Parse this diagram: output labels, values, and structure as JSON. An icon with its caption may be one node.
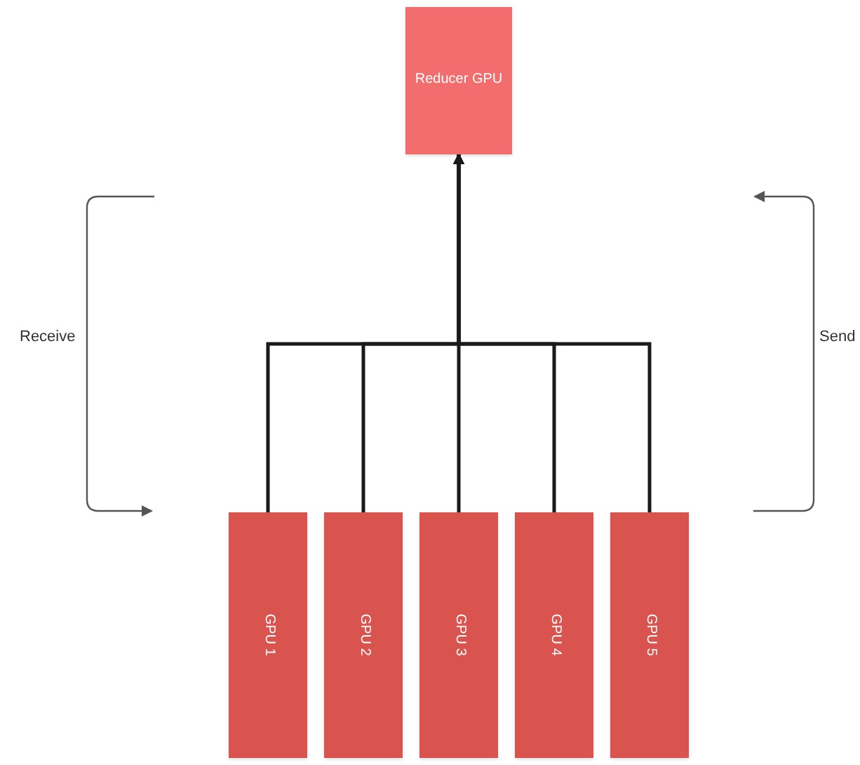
{
  "diagram": {
    "nodes": [
      {
        "text": [
          "Reducer GPU"
        ]
      },
      {
        "text": [
          "GPU 1"
        ]
      },
      {
        "text": [
          "GPU 2"
        ]
      },
      {
        "text": [
          "GPU 3"
        ]
      },
      {
        "text": [
          "GPU 4"
        ]
      },
      {
        "text": [
          "GPU 5"
        ]
      }
    ],
    "edges": [
      {
        "from": 1,
        "to": 0,
        "arrow": "to"
      },
      {
        "from": 2,
        "to": 0,
        "arrow": "to"
      },
      {
        "from": 3,
        "to": 0,
        "arrow": "to"
      },
      {
        "from": 4,
        "to": 0,
        "arrow": "to"
      },
      {
        "from": 5,
        "to": 0,
        "arrow": "to"
      }
    ],
    "labels": [
      "Receive",
      "Send"
    ]
  }
}
